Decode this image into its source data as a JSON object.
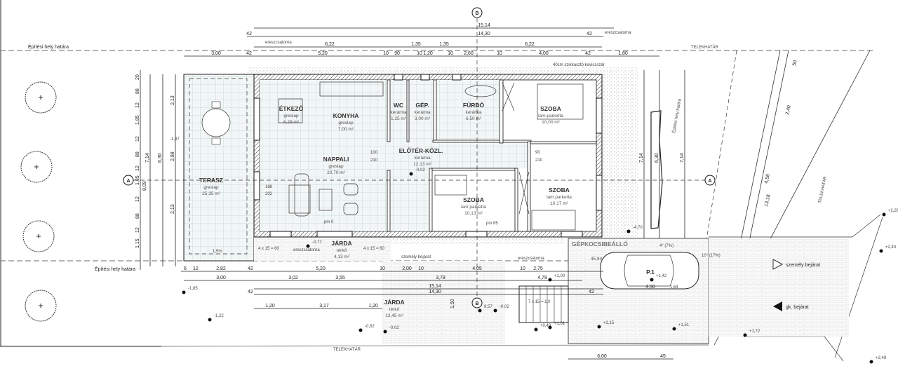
{
  "boundaries": {
    "building_limit_top": "Építési hely határa",
    "building_limit_bottom": "Építési hely határa",
    "building_limit_right": "Építési hely határa",
    "plot_top": "TELEKHATÁR",
    "plot_bottom": "TELEKHATÁR",
    "plot_right": "TELEKHATÁR"
  },
  "sections": {
    "a": "A",
    "b": "B"
  },
  "rooms": {
    "etkezo": {
      "name": "ÉTKEZŐ",
      "floor": "greslap",
      "area": "6,29 m²"
    },
    "konyha": {
      "name": "KONYHA",
      "floor": "greslap",
      "area": "7,00 m²"
    },
    "wc": {
      "name": "WC",
      "floor": "kerámia",
      "area": "1,25 m²"
    },
    "gep": {
      "name": "GÉP.",
      "floor": "kerámia",
      "area": "3,00 m²"
    },
    "furdo": {
      "name": "FÜRDŐ",
      "floor": "kerámia",
      "area": "6,50 m²"
    },
    "szoba1": {
      "name": "SZOBA",
      "floor": "lam.parketta",
      "area": "10,00 m²"
    },
    "eloter": {
      "name": "ELŐTÉR-KÖZL.",
      "floor": "kerámia",
      "area": "12,13 m²"
    },
    "nappali": {
      "name": "NAPPALI",
      "floor": "greslap",
      "area": "20,70 m²"
    },
    "szoba2": {
      "name": "SZOBA",
      "floor": "lam.parketta",
      "area": "10,13 m²"
    },
    "szoba3": {
      "name": "SZOBA",
      "floor": "lam.parketta",
      "area": "10,17 m²"
    },
    "terasz": {
      "name": "TERASZ",
      "floor": "greslap",
      "area": "25,35 m²"
    },
    "jarda1": {
      "name": "JÁRDA",
      "floor": "térkő",
      "area": "4,13 m²"
    },
    "jarda2": {
      "name": "JÁRDA",
      "floor": "térkő",
      "area": "13,45 m²"
    },
    "garage": {
      "name": "GÉPKOCSIBEÁLLÓ",
      "area": "45,94"
    },
    "parking": "P.1"
  },
  "notes": {
    "gutter_top_left": "ereszcsatorna",
    "gutter_top_right": "ereszcsatorna",
    "gutter_bottom": "ereszcsatorna",
    "gutter_bottom_left": "ereszcsatorna",
    "gravel": "40cm szikkasztó kavicsszár",
    "person_entry": "személy bejárat",
    "person_entry_small": "személy bejárat",
    "car_entry": "gk. bejárat",
    "slope1": "4° (7%)",
    "slope2": "10° (17%)",
    "slope_terrace": "1,5%",
    "steps1": "4 x 15 = 60",
    "steps2": "4 x 15 = 60",
    "steps3": "7 x 15 = 1,0",
    "pm0": "pm 0",
    "pm85": "pm 85",
    "door1": "100",
    "door1h": "210",
    "door2": "90",
    "door2h": "210",
    "terrace_door": "188",
    "terrace_doorh": "202"
  },
  "dims_top": {
    "overall": "15,14",
    "r2_left": "42",
    "r2_mid": "14,30",
    "r2_right": "42",
    "r3_a": "6,22",
    "r3_b": "1,35",
    "r3_c": "1,35",
    "r3_d": "6,22",
    "r4": [
      "3,00",
      "42",
      "5,20",
      "10",
      "90",
      "10",
      "1,20",
      "10",
      "2,60",
      "10",
      "4,00",
      "42",
      "1,80"
    ]
  },
  "dims_left": {
    "col1": [
      "20",
      "88",
      "12",
      "1,85",
      "12",
      "88",
      "12",
      "1,85",
      "12",
      "88",
      "12",
      "1,15"
    ],
    "total_a": "7,14",
    "total_b": "6,30",
    "total_c": "8,09",
    "seg1": "2,13",
    "seg2": "2,88",
    "seg3": "2,13",
    "level": "-1,87"
  },
  "dims_right": [
    "7,14",
    "6,30",
    "7,14",
    "4,58",
    "13,18",
    "2,40",
    "50"
  ],
  "dims_bottom": {
    "r1": [
      "6",
      "12",
      "2,82",
      "42",
      "5,20",
      "10",
      "2,00",
      "10",
      "4,05",
      "10",
      "2,75"
    ],
    "r2": [
      "3,00",
      "3,02",
      "3,55",
      "3,78",
      "4,79"
    ],
    "overall": "15,14",
    "r3": [
      "42",
      "14,30",
      "42"
    ],
    "r4": [
      "1,20",
      "3,17",
      "1,20",
      "1,50"
    ],
    "garage": [
      "6,00",
      "45"
    ],
    "car_len": "4,50",
    "gap": "1,64"
  },
  "levels": [
    "-1,65",
    "-1,22",
    "-0,52",
    "-0,02",
    "9,57",
    "-0,02",
    "+0,43",
    "+1,01",
    "+2,15",
    "-0,77",
    "+1,00",
    "+1,42",
    "+1,51",
    "+1,72",
    "+2,40",
    "+2,26",
    "+2,49",
    "-4,70",
    "-0,02"
  ]
}
